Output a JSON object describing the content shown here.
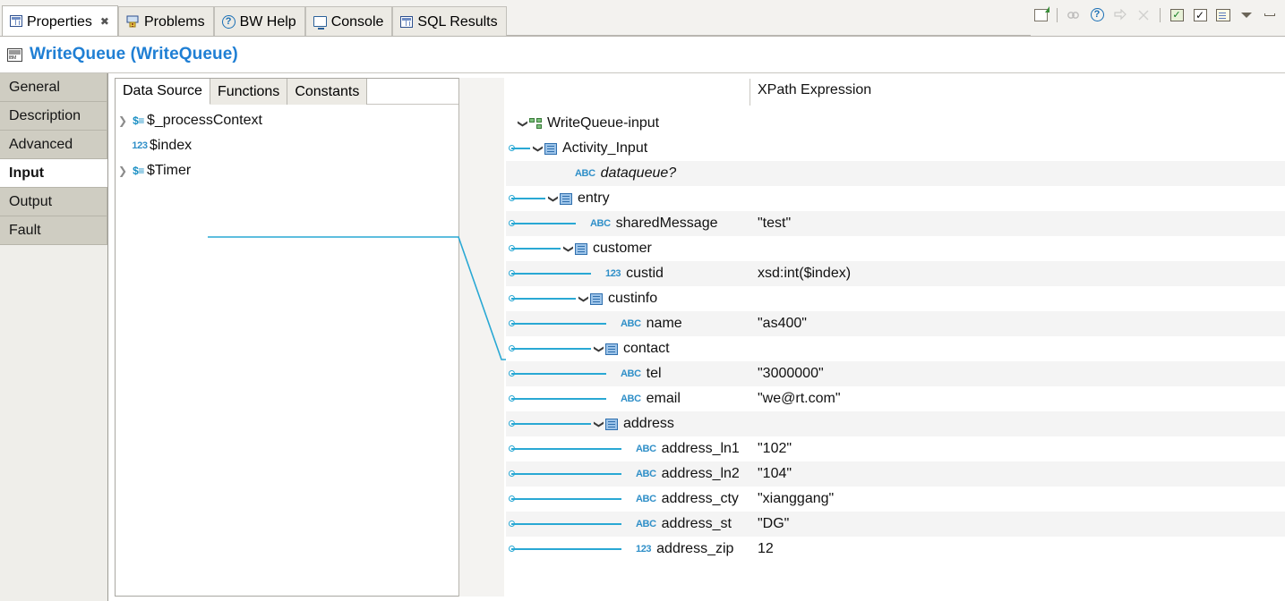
{
  "view_tabs": [
    {
      "label": "Properties",
      "icon": "grid-icon",
      "active": true,
      "closeable": true
    },
    {
      "label": "Problems",
      "icon": "problems-icon",
      "active": false,
      "closeable": false
    },
    {
      "label": "BW Help",
      "icon": "help-icon",
      "active": false,
      "closeable": false
    },
    {
      "label": "Console",
      "icon": "console-icon",
      "active": false,
      "closeable": false
    },
    {
      "label": "SQL Results",
      "icon": "grid-icon",
      "active": false,
      "closeable": false
    }
  ],
  "toolbar": {
    "buttons": [
      "new-page-icon",
      "separator",
      "link-disabled-icon",
      "help-icon",
      "forward-disabled-icon",
      "close-disabled-icon",
      "separator",
      "validate-icon",
      "check-icon",
      "notes-icon",
      "minimize-menu-icon",
      "minimize-icon"
    ]
  },
  "header": {
    "icon": "queue-icon",
    "title": "WriteQueue (WriteQueue)"
  },
  "sidebar": {
    "items": [
      {
        "label": "General",
        "active": false
      },
      {
        "label": "Description",
        "active": false
      },
      {
        "label": "Advanced",
        "active": false
      },
      {
        "label": "Input",
        "active": true
      },
      {
        "label": "Output",
        "active": false
      },
      {
        "label": "Fault",
        "active": false
      }
    ]
  },
  "data_source": {
    "tabs": [
      {
        "label": "Data Source",
        "active": true
      },
      {
        "label": "Functions",
        "active": false
      },
      {
        "label": "Constants",
        "active": false
      }
    ],
    "rows": [
      {
        "label": "$_processContext",
        "icon": "variable-icon",
        "expandable": true,
        "expanded": false
      },
      {
        "label": "$index",
        "icon": "number-icon",
        "expandable": false,
        "expanded": false,
        "linked": true
      },
      {
        "label": "$Timer",
        "icon": "variable-icon",
        "expandable": true,
        "expanded": false
      }
    ]
  },
  "tree": {
    "column_header": "XPath Expression",
    "rows": [
      {
        "name": "WriteQueue-input",
        "xpath": "",
        "icon": "schema-icon",
        "indent": 0,
        "caret": "down",
        "connector": false,
        "alt": false,
        "optional": false
      },
      {
        "name": "Activity_Input",
        "xpath": "",
        "icon": "element-icon",
        "indent": 1,
        "caret": "down",
        "connector": true,
        "alt": false,
        "optional": false
      },
      {
        "name": "dataqueue?",
        "xpath": "",
        "icon": "abc-icon",
        "indent": 3,
        "caret": "none",
        "connector": false,
        "alt": true,
        "optional": true
      },
      {
        "name": "entry",
        "xpath": "",
        "icon": "element-icon",
        "indent": 2,
        "caret": "down",
        "connector": true,
        "alt": false,
        "optional": false
      },
      {
        "name": "sharedMessage",
        "xpath": "\"test\"",
        "icon": "abc-icon",
        "indent": 4,
        "caret": "none",
        "connector": true,
        "alt": true,
        "optional": false
      },
      {
        "name": "customer",
        "xpath": "",
        "icon": "element-icon",
        "indent": 3,
        "caret": "down",
        "connector": true,
        "alt": false,
        "optional": false
      },
      {
        "name": "custid",
        "xpath": "xsd:int($index)",
        "icon": "number-icon",
        "indent": 5,
        "caret": "none",
        "connector": true,
        "alt": true,
        "optional": false
      },
      {
        "name": "custinfo",
        "xpath": "",
        "icon": "element-icon",
        "indent": 4,
        "caret": "down",
        "connector": true,
        "alt": false,
        "optional": false
      },
      {
        "name": "name",
        "xpath": "\"as400\"",
        "icon": "abc-icon",
        "indent": 6,
        "caret": "none",
        "connector": true,
        "alt": true,
        "optional": false
      },
      {
        "name": "contact",
        "xpath": "",
        "icon": "element-icon",
        "indent": 5,
        "caret": "down",
        "connector": true,
        "alt": false,
        "optional": false
      },
      {
        "name": "tel",
        "xpath": "\"3000000\"",
        "icon": "abc-icon",
        "indent": 6,
        "caret": "none",
        "connector": true,
        "alt": true,
        "optional": false
      },
      {
        "name": "email",
        "xpath": "\"we@rt.com\"",
        "icon": "abc-icon",
        "indent": 6,
        "caret": "none",
        "connector": true,
        "alt": false,
        "optional": false
      },
      {
        "name": "address",
        "xpath": "",
        "icon": "element-icon",
        "indent": 5,
        "caret": "down",
        "connector": true,
        "alt": true,
        "optional": false
      },
      {
        "name": "address_ln1",
        "xpath": "\"102\"",
        "icon": "abc-icon",
        "indent": 7,
        "caret": "none",
        "connector": true,
        "alt": false,
        "optional": false
      },
      {
        "name": "address_ln2",
        "xpath": "\"104\"",
        "icon": "abc-icon",
        "indent": 7,
        "caret": "none",
        "connector": true,
        "alt": true,
        "optional": false
      },
      {
        "name": "address_cty",
        "xpath": "\"xianggang\"",
        "icon": "abc-icon",
        "indent": 7,
        "caret": "none",
        "connector": true,
        "alt": false,
        "optional": false
      },
      {
        "name": "address_st",
        "xpath": "\"DG\"",
        "icon": "abc-icon",
        "indent": 7,
        "caret": "none",
        "connector": true,
        "alt": true,
        "optional": false
      },
      {
        "name": "address_zip",
        "xpath": "12",
        "icon": "number-icon",
        "indent": 7,
        "caret": "none",
        "connector": true,
        "alt": false,
        "optional": false
      }
    ]
  },
  "colors": {
    "accent_blue": "#1f7fd4",
    "link_cyan": "#29a8d4",
    "icon_blue": "#2f8fc8",
    "panel_bg": "#efeeea",
    "tab_bg": "#cfcdc2",
    "row_alt": "#f4f4f4"
  }
}
